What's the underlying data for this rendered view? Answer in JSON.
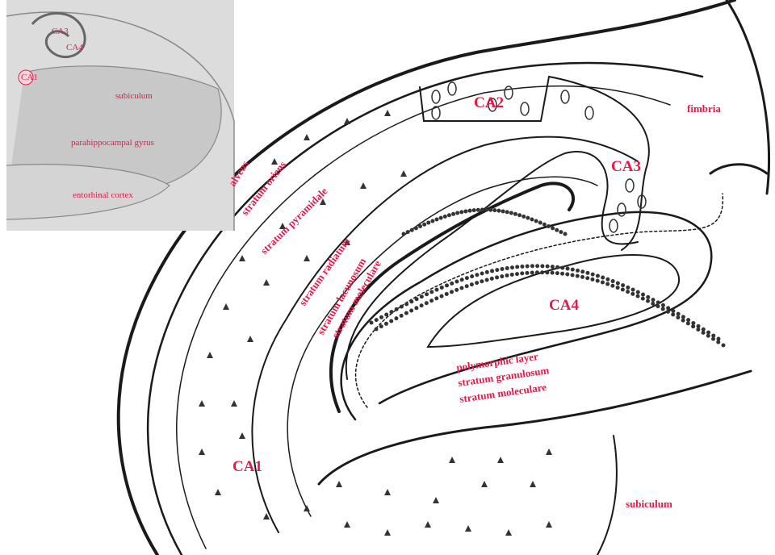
{
  "colors": {
    "label": "#e8194a",
    "ink": "#1a1a1a",
    "inset_bg": "#dcdcdc",
    "inset_region": "#c8c8c8",
    "background": "#ffffff"
  },
  "inset": {
    "labels": {
      "ca1": "CA1",
      "ca3": "CA3",
      "ca4": "CA4",
      "subiculum": "subiculum",
      "parahippocampal": "parahippocampal gyrus",
      "entorhinal": "entorhinal cortex"
    }
  },
  "regions": {
    "ca1": "CA1",
    "ca2": "CA2",
    "ca3": "CA3",
    "ca4": "CA4",
    "fimbria": "fimbria",
    "subiculum": "subiculum"
  },
  "layers": {
    "alveus": "alveus",
    "stratum_oriens": "stratum oriens",
    "stratum_pyramidale": "stratum pyramidale",
    "stratum_radiatum": "stratum radiatum",
    "stratum_lacunosum": "stratum lacunosum",
    "stratum_moleculare": "stratum moleculare",
    "polymorphic_layer": "polymorphic layer",
    "stratum_granulosum": "stratum granulosum",
    "dentate_stratum_moleculare": "stratum moleculare"
  }
}
